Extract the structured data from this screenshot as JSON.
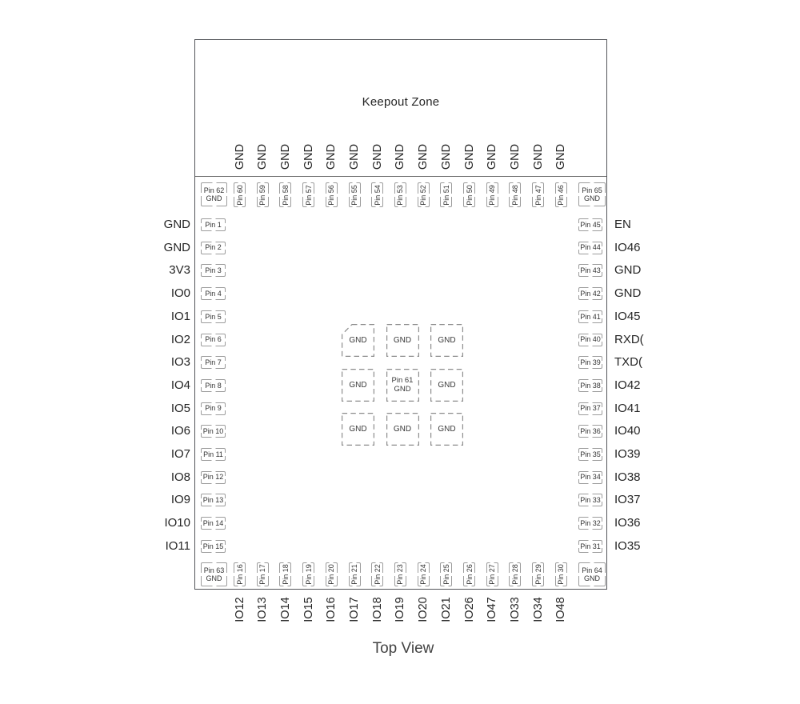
{
  "labels": {
    "keepout": "Keepout Zone",
    "view": "Top View"
  },
  "top_row": [
    {
      "pin": "Pin 60",
      "signal": "GND"
    },
    {
      "pin": "Pin 59",
      "signal": "GND"
    },
    {
      "pin": "Pin 58",
      "signal": "GND"
    },
    {
      "pin": "Pin 57",
      "signal": "GND"
    },
    {
      "pin": "Pin 56",
      "signal": "GND"
    },
    {
      "pin": "Pin 55",
      "signal": "GND"
    },
    {
      "pin": "Pin 54",
      "signal": "GND"
    },
    {
      "pin": "Pin 53",
      "signal": "GND"
    },
    {
      "pin": "Pin 52",
      "signal": "GND"
    },
    {
      "pin": "Pin 51",
      "signal": "GND"
    },
    {
      "pin": "Pin 50",
      "signal": "GND"
    },
    {
      "pin": "Pin 49",
      "signal": "GND"
    },
    {
      "pin": "Pin 48",
      "signal": "GND"
    },
    {
      "pin": "Pin 47",
      "signal": "GND"
    },
    {
      "pin": "Pin 46",
      "signal": "GND"
    }
  ],
  "left_col": [
    {
      "pin": "Pin 1",
      "signal": "GND"
    },
    {
      "pin": "Pin 2",
      "signal": "GND"
    },
    {
      "pin": "Pin 3",
      "signal": "3V3"
    },
    {
      "pin": "Pin 4",
      "signal": "IO0"
    },
    {
      "pin": "Pin 5",
      "signal": "IO1"
    },
    {
      "pin": "Pin 6",
      "signal": "IO2"
    },
    {
      "pin": "Pin 7",
      "signal": "IO3"
    },
    {
      "pin": "Pin 8",
      "signal": "IO4"
    },
    {
      "pin": "Pin 9",
      "signal": "IO5"
    },
    {
      "pin": "Pin 10",
      "signal": "IO6"
    },
    {
      "pin": "Pin 11",
      "signal": "IO7"
    },
    {
      "pin": "Pin 12",
      "signal": "IO8"
    },
    {
      "pin": "Pin 13",
      "signal": "IO9"
    },
    {
      "pin": "Pin 14",
      "signal": "IO10"
    },
    {
      "pin": "Pin 15",
      "signal": "IO11"
    }
  ],
  "right_col": [
    {
      "pin": "Pin 45",
      "signal": "EN"
    },
    {
      "pin": "Pin 44",
      "signal": "IO46"
    },
    {
      "pin": "Pin 43",
      "signal": "GND"
    },
    {
      "pin": "Pin 42",
      "signal": "GND"
    },
    {
      "pin": "Pin 41",
      "signal": "IO45"
    },
    {
      "pin": "Pin 40",
      "signal": "RXD("
    },
    {
      "pin": "Pin 39",
      "signal": "TXD("
    },
    {
      "pin": "Pin 38",
      "signal": "IO42"
    },
    {
      "pin": "Pin 37",
      "signal": "IO41"
    },
    {
      "pin": "Pin 36",
      "signal": "IO40"
    },
    {
      "pin": "Pin 35",
      "signal": "IO39"
    },
    {
      "pin": "Pin 34",
      "signal": "IO38"
    },
    {
      "pin": "Pin 33",
      "signal": "IO37"
    },
    {
      "pin": "Pin 32",
      "signal": "IO36"
    },
    {
      "pin": "Pin 31",
      "signal": "IO35"
    }
  ],
  "bottom_row": [
    {
      "pin": "Pin 16",
      "signal": "IO12"
    },
    {
      "pin": "Pin 17",
      "signal": "IO13"
    },
    {
      "pin": "Pin 18",
      "signal": "IO14"
    },
    {
      "pin": "Pin 19",
      "signal": "IO15"
    },
    {
      "pin": "Pin 20",
      "signal": "IO16"
    },
    {
      "pin": "Pin 21",
      "signal": "IO17"
    },
    {
      "pin": "Pin 22",
      "signal": "IO18"
    },
    {
      "pin": "Pin 23",
      "signal": "IO19"
    },
    {
      "pin": "Pin 24",
      "signal": "IO20"
    },
    {
      "pin": "Pin 25",
      "signal": "IO21"
    },
    {
      "pin": "Pin 26",
      "signal": "IO26"
    },
    {
      "pin": "Pin 27",
      "signal": "IO47"
    },
    {
      "pin": "Pin 28",
      "signal": "IO33"
    },
    {
      "pin": "Pin 29",
      "signal": "IO34"
    },
    {
      "pin": "Pin 30",
      "signal": "IO48"
    }
  ],
  "corner_pads": [
    {
      "position": "top-left",
      "lines": [
        "Pin 62",
        "GND"
      ]
    },
    {
      "position": "top-right",
      "lines": [
        "Pin 65",
        "GND"
      ]
    },
    {
      "position": "bottom-left",
      "lines": [
        "Pin 63",
        "GND"
      ]
    },
    {
      "position": "bottom-right",
      "lines": [
        "Pin 64",
        "GND"
      ]
    }
  ],
  "center_grid": [
    {
      "label": "GND",
      "chamfer": true
    },
    {
      "label": "GND"
    },
    {
      "label": "GND"
    },
    {
      "label": "GND"
    },
    {
      "lines": [
        "Pin 61",
        "GND"
      ]
    },
    {
      "label": "GND"
    },
    {
      "label": "GND"
    },
    {
      "label": "GND"
    },
    {
      "label": "GND"
    }
  ],
  "colors": {
    "ink": "#2b2b2b",
    "package_outline": "#53565a",
    "pad_border": "#9b9b9b",
    "thermal_pad_dash": "#8c8c8c",
    "background": "#ffffff"
  }
}
